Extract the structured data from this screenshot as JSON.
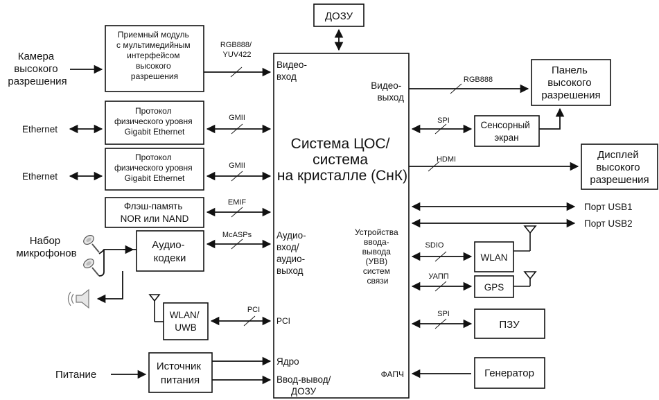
{
  "center_block": {
    "lines": [
      "Система ЦОС/",
      "система",
      "на кристалле (СнК)"
    ]
  },
  "center_ports": {
    "video_in": [
      "Видео-",
      "вход"
    ],
    "audio_io": [
      "Аудио-",
      "вход/",
      "аудио-",
      "выход"
    ],
    "pci": "PCI",
    "core": "Ядро",
    "io_dozu": [
      "Ввод-вывод/",
      "ДОЗУ"
    ],
    "video_out": [
      "Видео-",
      "выход"
    ],
    "io_devices": [
      "Устройства",
      "ввода-",
      "вывода",
      "(УВВ)",
      "систем",
      "связи"
    ],
    "pll": "ФАПЧ"
  },
  "top": {
    "dozu": "ДОЗУ"
  },
  "left_blocks": {
    "receiver": [
      "Приемный модуль",
      "с мультимедийным",
      "интерфейсом",
      "высокого",
      "разрешения"
    ],
    "phy1": [
      "Протокол",
      "физического уровня",
      "Gigabit Ethernet"
    ],
    "phy2": [
      "Протокол",
      "физического уровня",
      "Gigabit Ethernet"
    ],
    "flash": [
      "Флэш-память",
      "NOR или NAND"
    ],
    "audio_codec": [
      "Аудио-",
      "кодеки"
    ],
    "wlan_uwb": [
      "WLAN/",
      "UWB"
    ],
    "power_source": [
      "Источник",
      "питания"
    ]
  },
  "left_labels": {
    "camera": [
      "Камера",
      "высокого",
      "разрешения"
    ],
    "ethernet1": "Ethernet",
    "ethernet2": "Ethernet",
    "mic_set": [
      "Набор",
      "микрофонов"
    ],
    "power": "Питание"
  },
  "bus_labels": {
    "rgb_yuv": [
      "RGB888/",
      "YUV422"
    ],
    "gmii1": "GMII",
    "gmii2": "GMII",
    "emif": "EMIF",
    "mcasps": "McASPs",
    "pci": "PCI",
    "rgb888": "RGB888",
    "spi1": "SPI",
    "hdmi": "HDMI",
    "sdio": "SDIO",
    "uapp": "УАПП",
    "spi2": "SPI"
  },
  "right_blocks": {
    "panel": [
      "Панель",
      "высокого",
      "разрешения"
    ],
    "touch": [
      "Сенсорный",
      "экран"
    ],
    "display": [
      "Дисплей",
      "высокого",
      "разрешения"
    ],
    "wlan": "WLAN",
    "gps": "GPS",
    "rom": "ПЗУ",
    "generator": "Генератор"
  },
  "right_labels": {
    "usb1": "Порт USB1",
    "usb2": "Порт USB2"
  },
  "icons": [
    "microphone-icon",
    "microphone-icon",
    "speaker-icon",
    "antenna-icon"
  ]
}
